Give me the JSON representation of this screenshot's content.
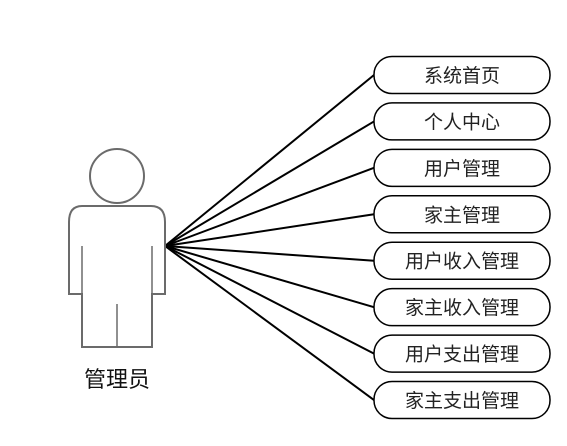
{
  "actor": {
    "name": "管理员"
  },
  "use_cases": [
    {
      "label": "系统首页"
    },
    {
      "label": "个人中心"
    },
    {
      "label": "用户管理"
    },
    {
      "label": "家主管理"
    },
    {
      "label": "用户收入管理"
    },
    {
      "label": "家主收入管理"
    },
    {
      "label": "用户支出管理"
    },
    {
      "label": "家主支出管理"
    }
  ],
  "colors": {
    "stroke": "#000000",
    "actor_stroke": "#6b6b6b",
    "background": "#ffffff"
  }
}
